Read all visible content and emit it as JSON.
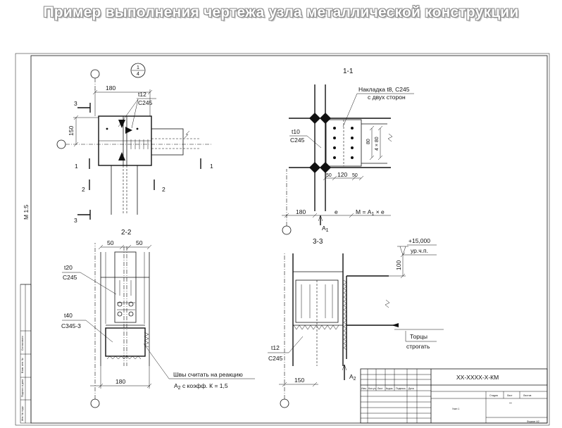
{
  "title": "Пример выполнения чертежа узла металлической конструкции",
  "drawing": {
    "scale_label": "М 1:5",
    "node_ref_top": "1",
    "node_ref_bottom": "4",
    "grid_axis_labels": {
      "a1": "А1",
      "a2": "А2"
    },
    "plan": {
      "dim_180": "180",
      "dim_150": "150",
      "plate_t": "t12",
      "plate_steel": "С245",
      "cut_1": "1",
      "cut_2": "2",
      "cut_3": "3"
    },
    "section_1_1": {
      "label": "1-1",
      "splice_line1": "Накладка t8, С245",
      "splice_line2": "с двух сторон",
      "plate_t": "t10",
      "plate_steel": "С245",
      "dim_80": "80",
      "dim_4x80": "4 × 80",
      "dim_50a": "50",
      "dim_120": "120",
      "dim_50b": "50",
      "dim_180": "180",
      "dim_e": "е",
      "moment": "М = А",
      "moment_sub": "1",
      "moment_tail": " × е",
      "axis": "А",
      "axis_sub": "1"
    },
    "section_2_2": {
      "label": "2-2",
      "dim_50a": "50",
      "dim_50b": "50",
      "t20": "t20",
      "t20_steel": "С245",
      "t40": "t40",
      "t40_steel": "С345-3",
      "dim_180": "180",
      "weld_note_line1": "Швы считать на реакцию",
      "weld_note_line2_a": "А",
      "weld_note_line2_sub": "2",
      "weld_note_line2_b": " с коэфф. К = 1,5"
    },
    "section_3_3": {
      "label": "3-3",
      "level": "+15,000",
      "level_ref": "ур.ч.п.",
      "dim_100": "100",
      "end_note_line1": "Торцы",
      "end_note_line2": "строгать",
      "plate_t": "t12",
      "plate_steel": "С245",
      "dim_150": "150",
      "axis": "А",
      "axis_sub": "2"
    },
    "title_block": {
      "code": "ХХ-ХХХХ-Х-КМ",
      "col_headers": [
        "Изм.",
        "Кол.уч.",
        "Лист",
        "№док.",
        "Подпись",
        "Дата"
      ],
      "stage": "Стадия",
      "sheet": "Лист",
      "sheets": "Листов",
      "dash": "–",
      "node_name": "Узел 1",
      "format": "Формат А2"
    },
    "left_strip": [
      "Согласовано",
      "Взам. инв. №",
      "Подпись и дата",
      "Инв. № подл."
    ]
  }
}
